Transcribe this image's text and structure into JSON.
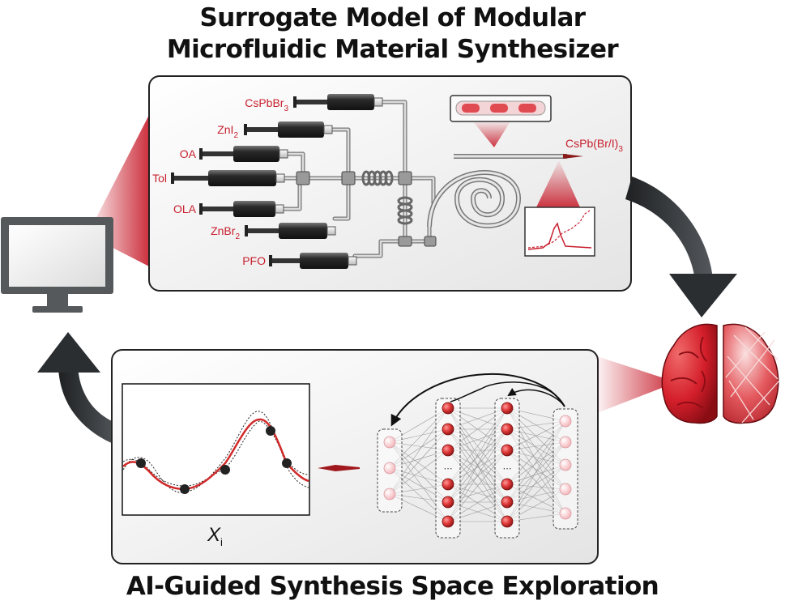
{
  "title": {
    "line1": "Surrogate Model of Modular",
    "line2": "Microfluidic Material Synthesizer"
  },
  "bottom_title": "AI-Guided Synthesis Space Exploration",
  "reagents": {
    "cspbbr3": {
      "base": "CsPbBr",
      "sub": "3"
    },
    "zni2": {
      "base": "ZnI",
      "sub": "2"
    },
    "oa": "OA",
    "tol": "Tol",
    "ola": "OLA",
    "znbr2": {
      "base": "ZnBr",
      "sub": "2"
    },
    "pfo": "PFO"
  },
  "product": {
    "base": "CsPb(Br/I)",
    "sub": "3"
  },
  "plot_axis": {
    "base": "X",
    "sub": "i"
  },
  "colors": {
    "accent_red": "#c8202e",
    "panel_border": "#222222",
    "syringe_dark": "#2a2a2a",
    "arrow_gray": "#3a3d40"
  },
  "icons": [
    "monitor-icon",
    "brain-icon",
    "cycle-arrow-icon"
  ]
}
